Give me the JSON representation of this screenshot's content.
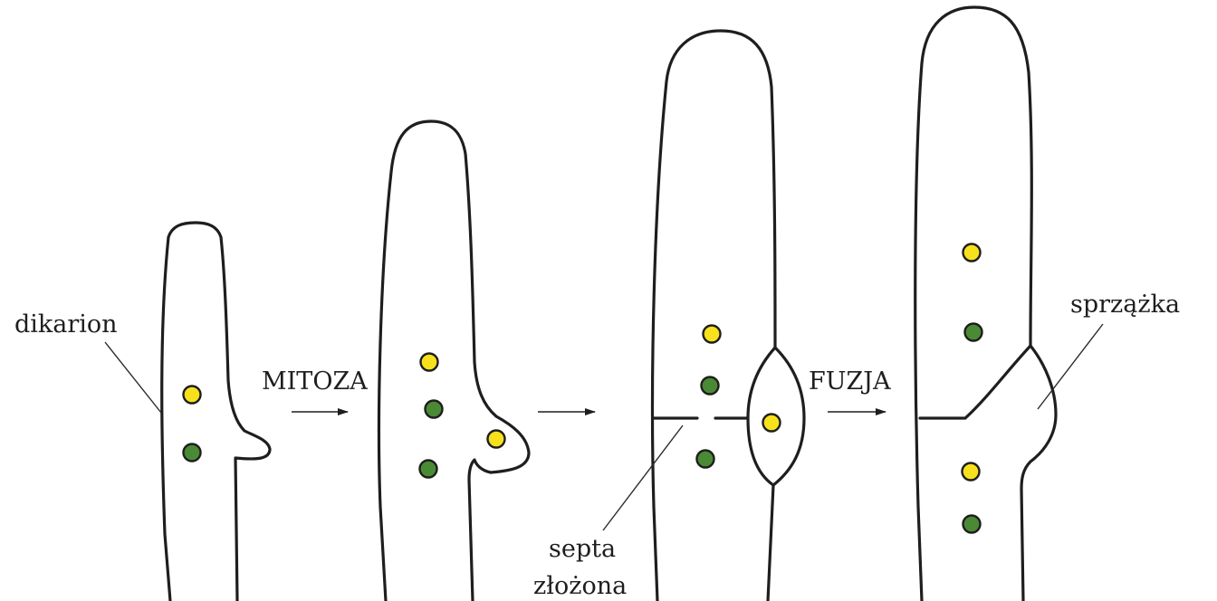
{
  "labels": {
    "dikarion": "dikarion",
    "mitoza": "MITOZA",
    "fuzja": "FUZJA",
    "septa_line1": "septa",
    "septa_line2": "złożona",
    "sprzazka": "sprzążka"
  },
  "colors": {
    "nucleus_a": "#f7e11c",
    "nucleus_b": "#4a8a34",
    "outline": "#1e1e1e"
  },
  "stages": [
    {
      "name": "stage-1-dikaryotic-hypha",
      "nuclei": [
        "nucleus_a",
        "nucleus_b"
      ]
    },
    {
      "name": "stage-2-hook-formation",
      "nuclei": [
        "nucleus_a",
        "nucleus_b",
        "nucleus_b",
        "nucleus_a"
      ]
    },
    {
      "name": "stage-3-septum-formation",
      "nuclei": [
        "nucleus_a",
        "nucleus_b",
        "nucleus_b",
        "nucleus_a"
      ]
    },
    {
      "name": "stage-4-clamp-connection",
      "nuclei": [
        "nucleus_a",
        "nucleus_b",
        "nucleus_a",
        "nucleus_b"
      ]
    }
  ]
}
